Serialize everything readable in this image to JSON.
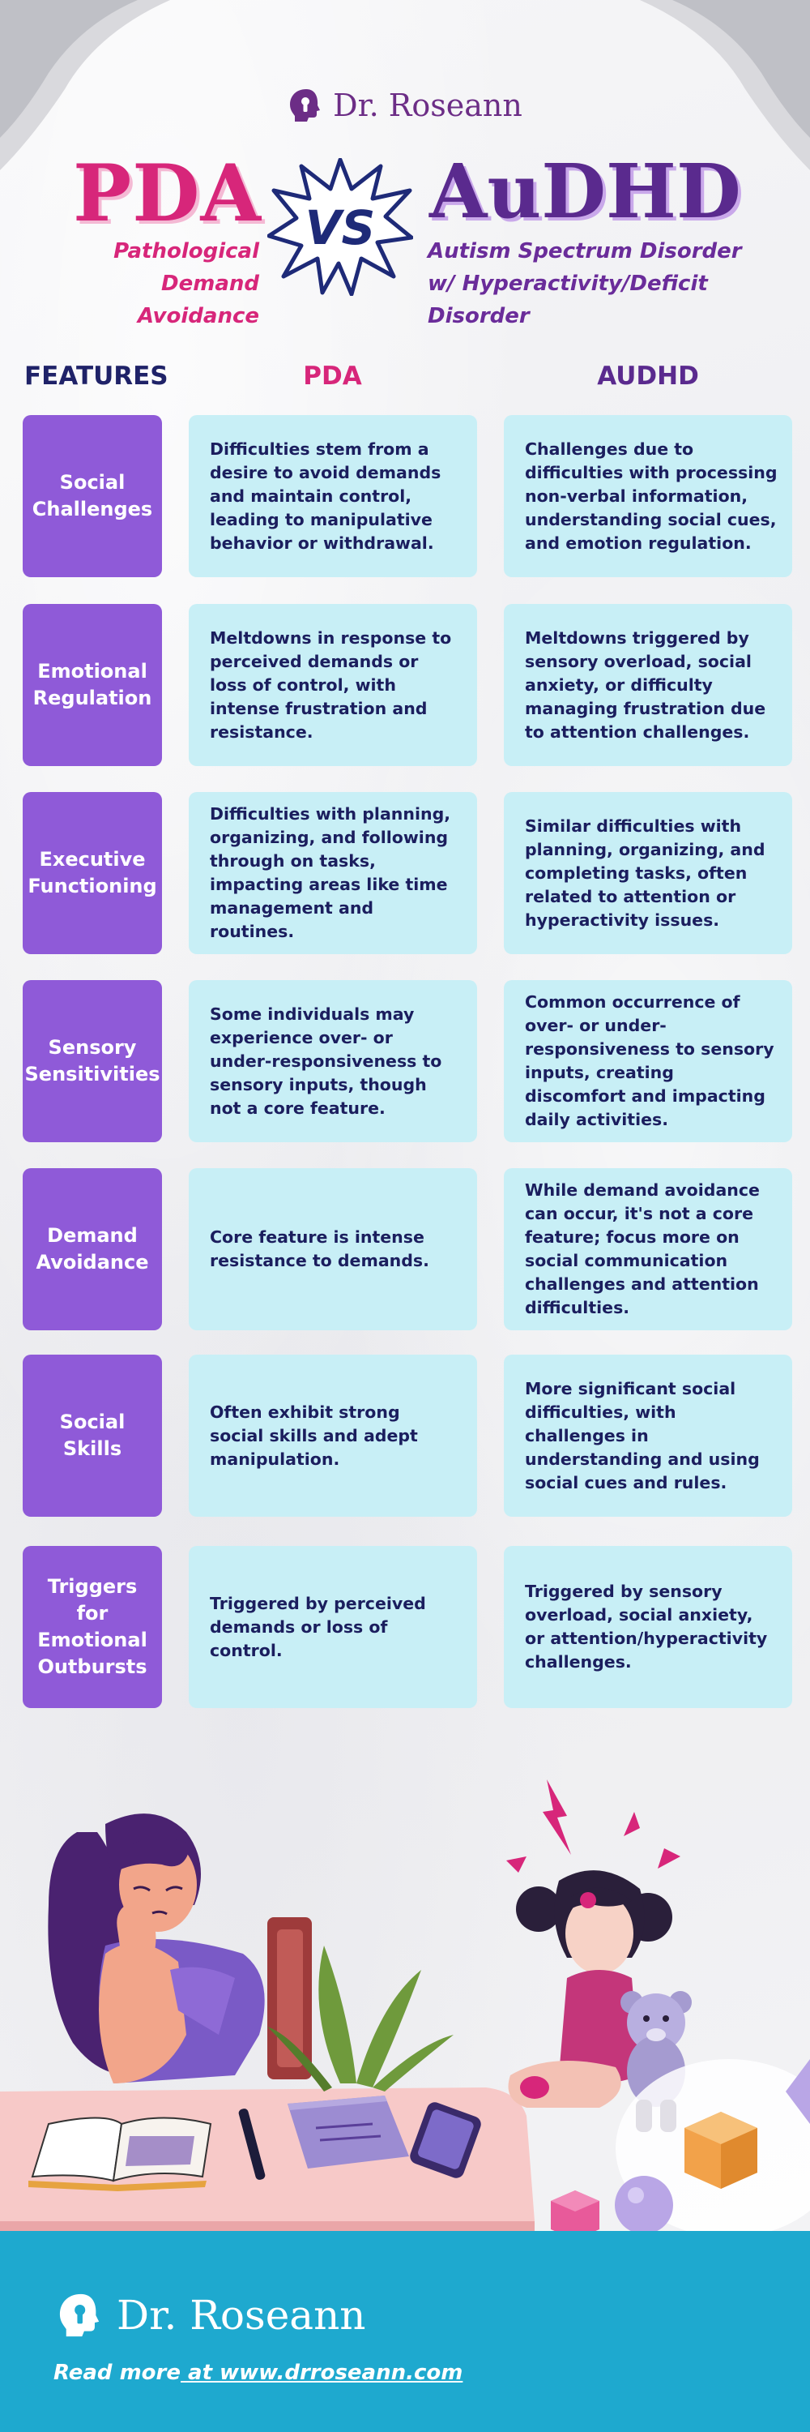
{
  "brand": {
    "name": "Dr. Roseann",
    "colors": {
      "pink": "#d7267a",
      "purple": "#5a2a8e",
      "feature_purple": "#8f5ad8",
      "cell_blue": "#c8eff6",
      "footer_blue": "#1ea9cf",
      "navy": "#1f2268"
    },
    "icon": "head-keyhole-icon"
  },
  "header": {
    "pda_title": "PDA",
    "vs_label": "VS",
    "audhd_title": "AuDHD",
    "pda_subtitle_line1": "Pathological",
    "pda_subtitle_line2": "Demand Avoidance",
    "audhd_subtitle_line1": "Autism Spectrum Disorder",
    "audhd_subtitle_line2": "w/ Hyperactivity/Deficit Disorder"
  },
  "table": {
    "headers": {
      "features": "FEATURES",
      "pda": "PDA",
      "audhd": "AUDHD"
    },
    "rows": [
      {
        "feature": "Social Challenges",
        "pda": "Difficulties stem from a desire to avoid demands and maintain control, leading to manipulative behavior or withdrawal.",
        "audhd": "Challenges due to difficulties with processing non-verbal information, understanding social cues, and emotion regulation."
      },
      {
        "feature": "Emotional Regulation",
        "pda": "Meltdowns in response to perceived demands or loss of control, with intense frustration and resistance.",
        "audhd": "Meltdowns triggered by sensory overload, social anxiety, or difficulty managing frustration due to attention challenges."
      },
      {
        "feature": "Executive Functioning",
        "pda": "Difficulties with planning, organizing, and following through on tasks, impacting areas like time management and routines.",
        "audhd": "Similar difficulties with planning, organizing, and completing tasks, often related to attention or hyperactivity issues."
      },
      {
        "feature": "Sensory Sensitivities",
        "pda": "Some individuals may experience over- or under-responsiveness to sensory inputs, though not a core feature.",
        "audhd": "Common occurrence of over- or under-responsiveness to sensory inputs, creating discomfort and impacting daily activities."
      },
      {
        "feature": "Demand Avoidance",
        "pda": "Core feature is intense resistance to demands.",
        "audhd": "While demand avoidance can occur, it's not a core feature; focus more on social communication challenges and attention difficulties."
      },
      {
        "feature": "Social Skills",
        "pda": "Often exhibit strong social skills and adept manipulation.",
        "audhd": "More significant social difficulties, with challenges in understanding and using social cues and rules."
      },
      {
        "feature": "Triggers for Emotional Outbursts",
        "pda": "Triggered by perceived demands or loss of control.",
        "audhd": "Triggered by sensory overload, social anxiety, or attention/hyperactivity challenges."
      }
    ]
  },
  "footer": {
    "brand_name": "Dr. Roseann",
    "read_more": "Read more",
    "url_text": " at www.drroseann.com"
  }
}
